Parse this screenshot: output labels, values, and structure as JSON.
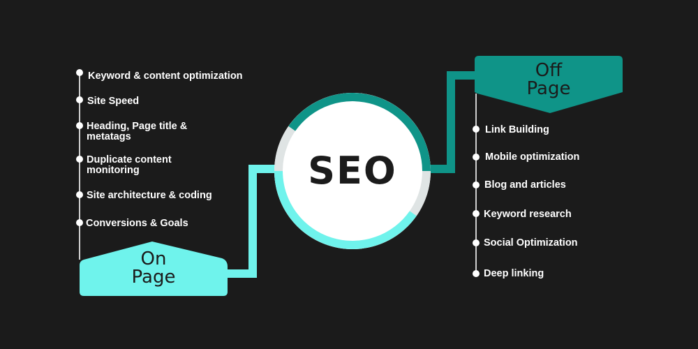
{
  "colors": {
    "background": "#1b1b1b",
    "on_page": "#6ff3ec",
    "off_page": "#0f9488",
    "ring_gray": "#dfe4e4",
    "text": "#ffffff",
    "dark_text": "#1b1b1b"
  },
  "center": {
    "label": "SEO"
  },
  "on_page": {
    "title_line1": "On",
    "title_line2": "Page",
    "items": [
      {
        "line1": "Keyword & content optimization",
        "line2": ""
      },
      {
        "line1": "Site Speed",
        "line2": ""
      },
      {
        "line1": "Heading, Page title &",
        "line2": "metatags"
      },
      {
        "line1": "Duplicate content",
        "line2": "monitoring"
      },
      {
        "line1": "Site architecture & coding",
        "line2": ""
      },
      {
        "line1": "Conversions & Goals",
        "line2": ""
      }
    ]
  },
  "off_page": {
    "title_line1": "Off",
    "title_line2": "Page",
    "items": [
      {
        "line1": "Link Building"
      },
      {
        "line1": "Mobile optimization"
      },
      {
        "line1": "Blog and articles"
      },
      {
        "line1": "Keyword research"
      },
      {
        "line1": "Social Optimization"
      },
      {
        "line1": "Deep linking"
      }
    ]
  }
}
